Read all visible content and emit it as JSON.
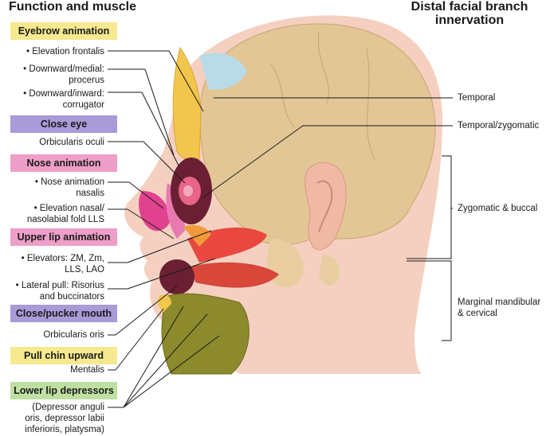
{
  "headers": {
    "left": "Function and muscle",
    "right_line1": "Distal facial branch",
    "right_line2": "innervation"
  },
  "groups": [
    {
      "name": "Eyebrow animation",
      "color": "#f6e98f"
    },
    {
      "name": "Close eye",
      "color": "#a99ad8"
    },
    {
      "name": "Nose animation",
      "color": "#ee9fc8"
    },
    {
      "name": "Upper lip animation",
      "color": "#ee9fc8"
    },
    {
      "name": "Close/pucker mouth",
      "color": "#a99ad8"
    },
    {
      "name": "Pull chin upward",
      "color": "#f6e98f"
    },
    {
      "name": "Lower lip depressors",
      "color": "#bfe0a3"
    }
  ],
  "muscles": [
    {
      "lines": [
        "• Elevation frontalis"
      ]
    },
    {
      "lines": [
        "• Downward/medial:",
        "procerus"
      ]
    },
    {
      "lines": [
        "• Downward/inward:",
        "corrugator"
      ]
    },
    {
      "lines": [
        "Orbicularis oculi"
      ]
    },
    {
      "lines": [
        "• Nose animation",
        "nasalis"
      ]
    },
    {
      "lines": [
        "• Elevation nasal/",
        "nasolabial fold LLS"
      ]
    },
    {
      "lines": [
        "• Elevators: ZM, Zm,",
        "LLS, LAO"
      ]
    },
    {
      "lines": [
        "• Lateral pull: Risorius",
        "and buccinators"
      ]
    },
    {
      "lines": [
        "Orbicularis oris"
      ]
    },
    {
      "lines": [
        "Mentalis"
      ]
    },
    {
      "lines": [
        "(Depressor anguli",
        "oris, depressor labii",
        "inferioris, platysma)"
      ]
    }
  ],
  "branches": [
    {
      "lines": [
        "Temporal"
      ]
    },
    {
      "lines": [
        "Temporal/zygomatic"
      ]
    },
    {
      "lines": [
        "Zygomatic & buccal"
      ]
    },
    {
      "lines": [
        "Marginal mandibular",
        "& cervical"
      ]
    }
  ]
}
